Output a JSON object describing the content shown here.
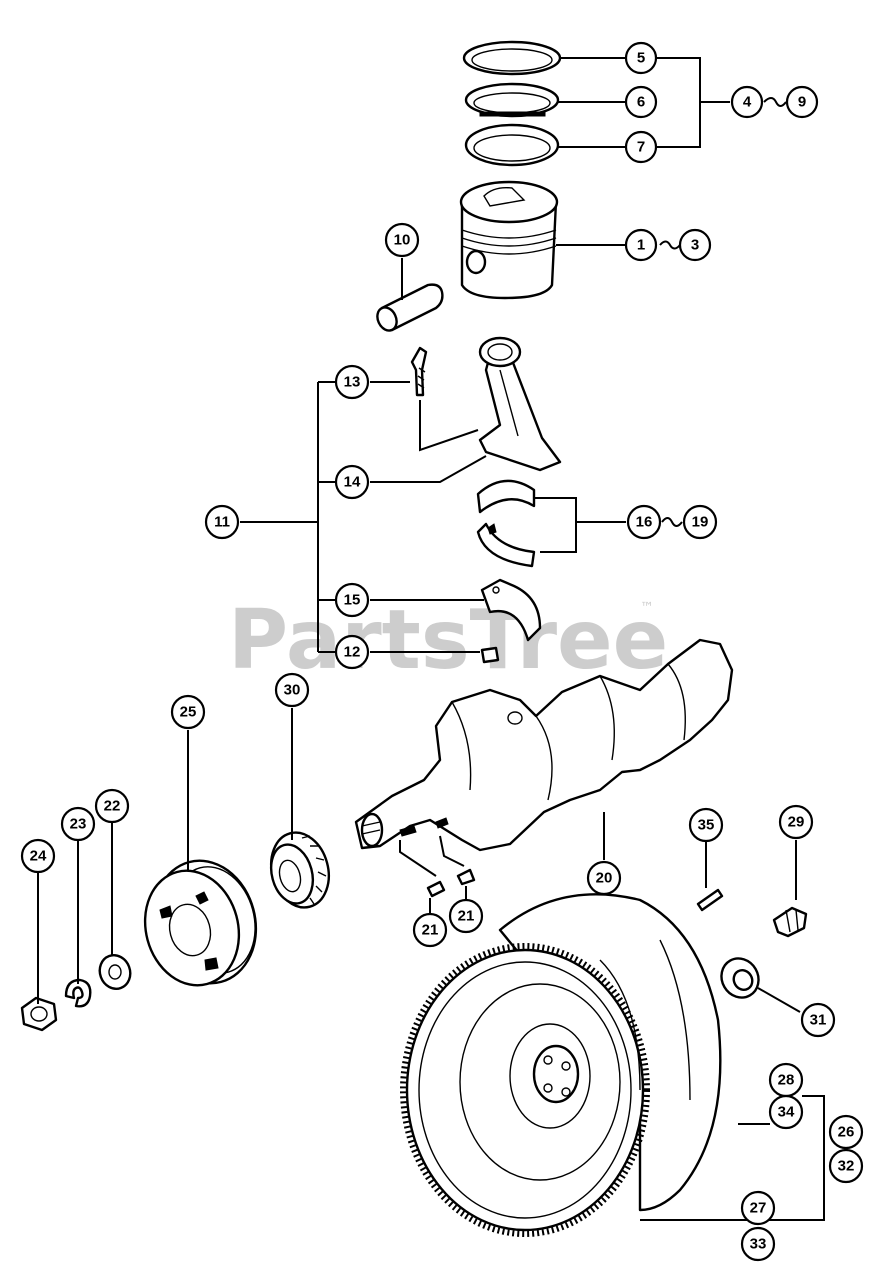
{
  "watermark": {
    "text": "PartsTree",
    "trademark": "™"
  },
  "callouts": [
    {
      "id": "c5",
      "label": "5"
    },
    {
      "id": "c6",
      "label": "6"
    },
    {
      "id": "c7",
      "label": "7"
    },
    {
      "id": "c4",
      "label": "4"
    },
    {
      "id": "c9",
      "label": "9"
    },
    {
      "id": "c1",
      "label": "1"
    },
    {
      "id": "c3",
      "label": "3"
    },
    {
      "id": "c10",
      "label": "10"
    },
    {
      "id": "c13",
      "label": "13"
    },
    {
      "id": "c14",
      "label": "14"
    },
    {
      "id": "c11",
      "label": "11"
    },
    {
      "id": "c16",
      "label": "16"
    },
    {
      "id": "c19",
      "label": "19"
    },
    {
      "id": "c15",
      "label": "15"
    },
    {
      "id": "c12",
      "label": "12"
    },
    {
      "id": "c25",
      "label": "25"
    },
    {
      "id": "c30",
      "label": "30"
    },
    {
      "id": "c22",
      "label": "22"
    },
    {
      "id": "c23",
      "label": "23"
    },
    {
      "id": "c24",
      "label": "24"
    },
    {
      "id": "c20",
      "label": "20"
    },
    {
      "id": "c35",
      "label": "35"
    },
    {
      "id": "c29",
      "label": "29"
    },
    {
      "id": "c21a",
      "label": "21"
    },
    {
      "id": "c21b",
      "label": "21"
    },
    {
      "id": "c31",
      "label": "31"
    },
    {
      "id": "c28",
      "label": "28"
    },
    {
      "id": "c34",
      "label": "34"
    },
    {
      "id": "c26",
      "label": "26"
    },
    {
      "id": "c32",
      "label": "32"
    },
    {
      "id": "c27",
      "label": "27"
    },
    {
      "id": "c33",
      "label": "33"
    }
  ],
  "colors": {
    "line": "#000000",
    "background": "#ffffff",
    "watermark": "#bdbdbd"
  }
}
